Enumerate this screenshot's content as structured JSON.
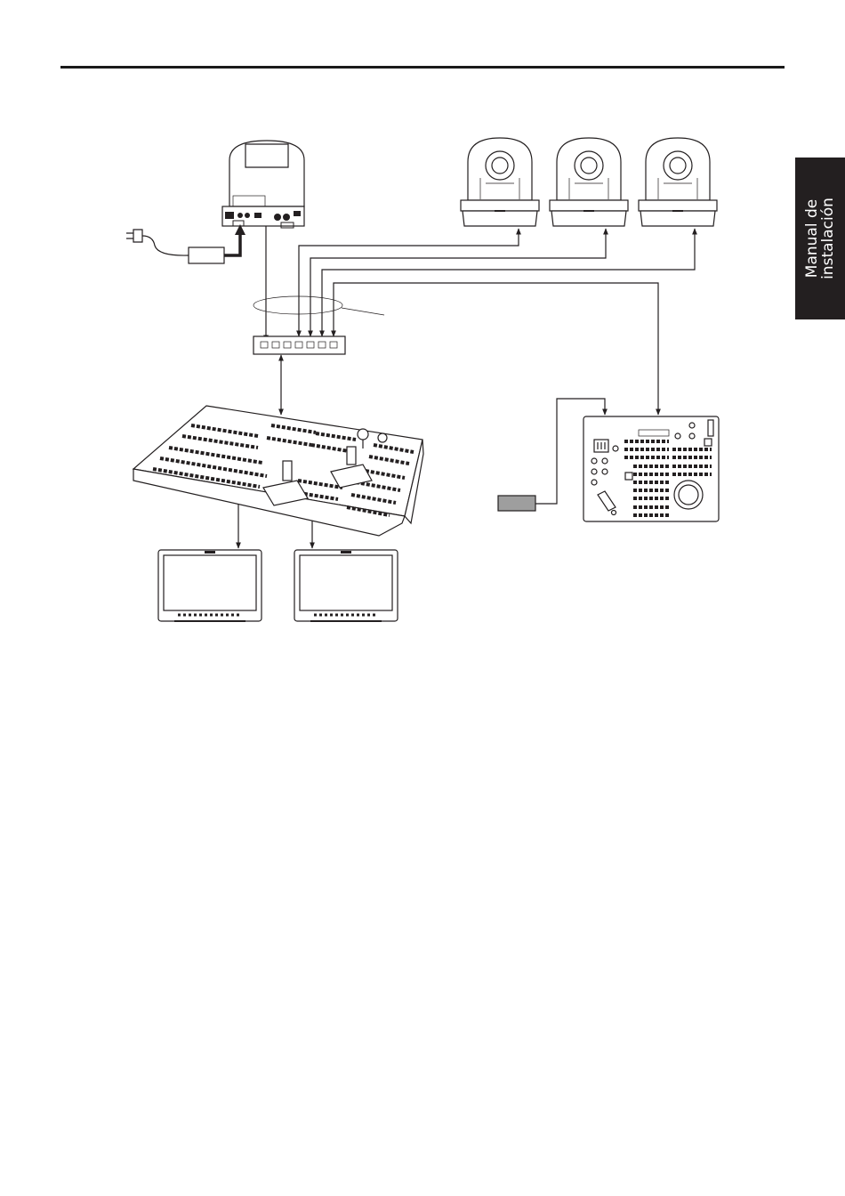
{
  "side_tab": {
    "label": "Manual de\ninstalación",
    "bg": "#231f20",
    "fg": "#ffffff"
  },
  "diagram": {
    "devices": [
      {
        "id": "ptz-camera-main",
        "icon": "ptz-camera-icon"
      },
      {
        "id": "ptz-camera-1",
        "icon": "ptz-camera-icon"
      },
      {
        "id": "ptz-camera-2",
        "icon": "ptz-camera-icon"
      },
      {
        "id": "ptz-camera-3",
        "icon": "ptz-camera-icon"
      },
      {
        "id": "ac-adapter",
        "icon": "ac-adapter-icon"
      },
      {
        "id": "power-plug",
        "icon": "power-plug-icon"
      },
      {
        "id": "network-switch",
        "icon": "network-switch-icon"
      },
      {
        "id": "live-switcher",
        "icon": "live-switcher-icon"
      },
      {
        "id": "monitor-1",
        "icon": "monitor-icon"
      },
      {
        "id": "monitor-2",
        "icon": "monitor-icon"
      },
      {
        "id": "remote-controller",
        "icon": "remote-controller-icon"
      },
      {
        "id": "controller-ac-adapter",
        "icon": "ac-adapter-icon"
      }
    ],
    "line_color": "#231f20"
  }
}
